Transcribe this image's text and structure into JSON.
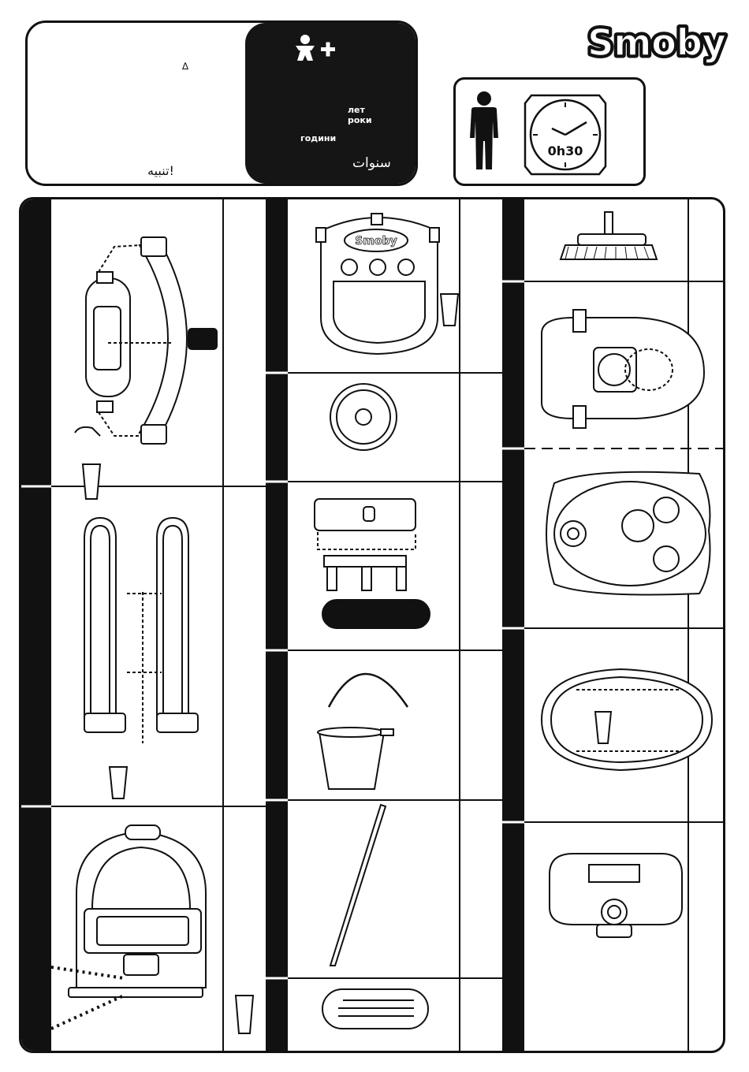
{
  "warning": {
    "small_mark": "∆",
    "arabic_warning": "تنبيه!"
  },
  "age": {
    "years_ru": "лет",
    "years_uk": "роки",
    "years_bg": "години",
    "years_ar": "سنوات"
  },
  "brand": {
    "logo_text": "Smoby",
    "part_label_text": "Smoby"
  },
  "assembly_info": {
    "time_label": "0h30",
    "adult_icon": "adult-person-icon",
    "clock_icon": "clock-icon"
  },
  "colors": {
    "ink": "#111111",
    "panel_dark": "#151515",
    "paper": "#ffffff"
  }
}
